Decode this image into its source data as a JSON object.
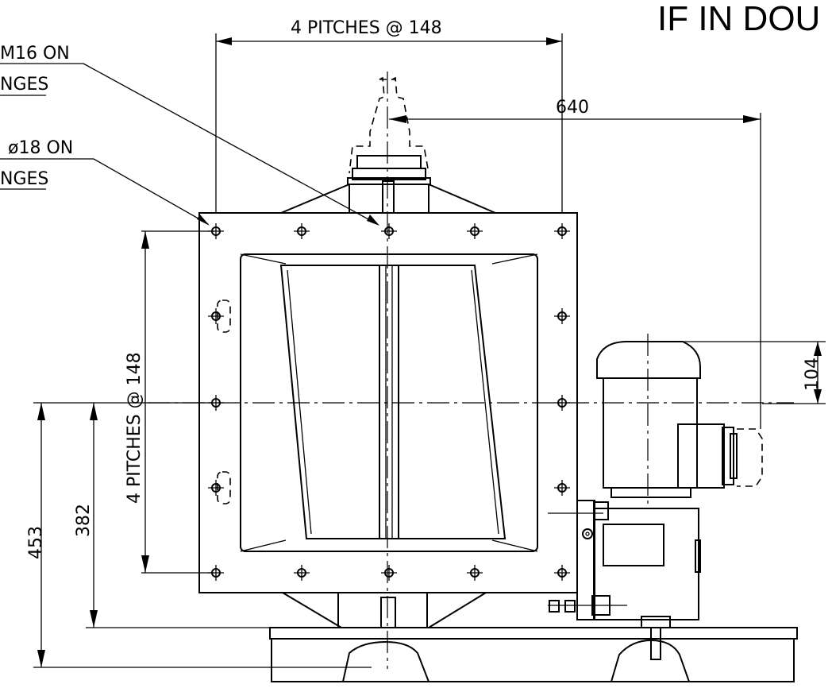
{
  "drawing": {
    "corner_note": "IF IN DOU",
    "dim_top": "4 PITCHES @ 148",
    "dim_640": "640",
    "dim_left_pitches": "4 PITCHES @ 148",
    "dim_104": "104",
    "dim_382": "382",
    "dim_453": "453",
    "note1_line1": "M16  ON",
    "note1_line2": "NGES",
    "note2_line1": "ø18  ON",
    "note2_line2": "NGES"
  }
}
